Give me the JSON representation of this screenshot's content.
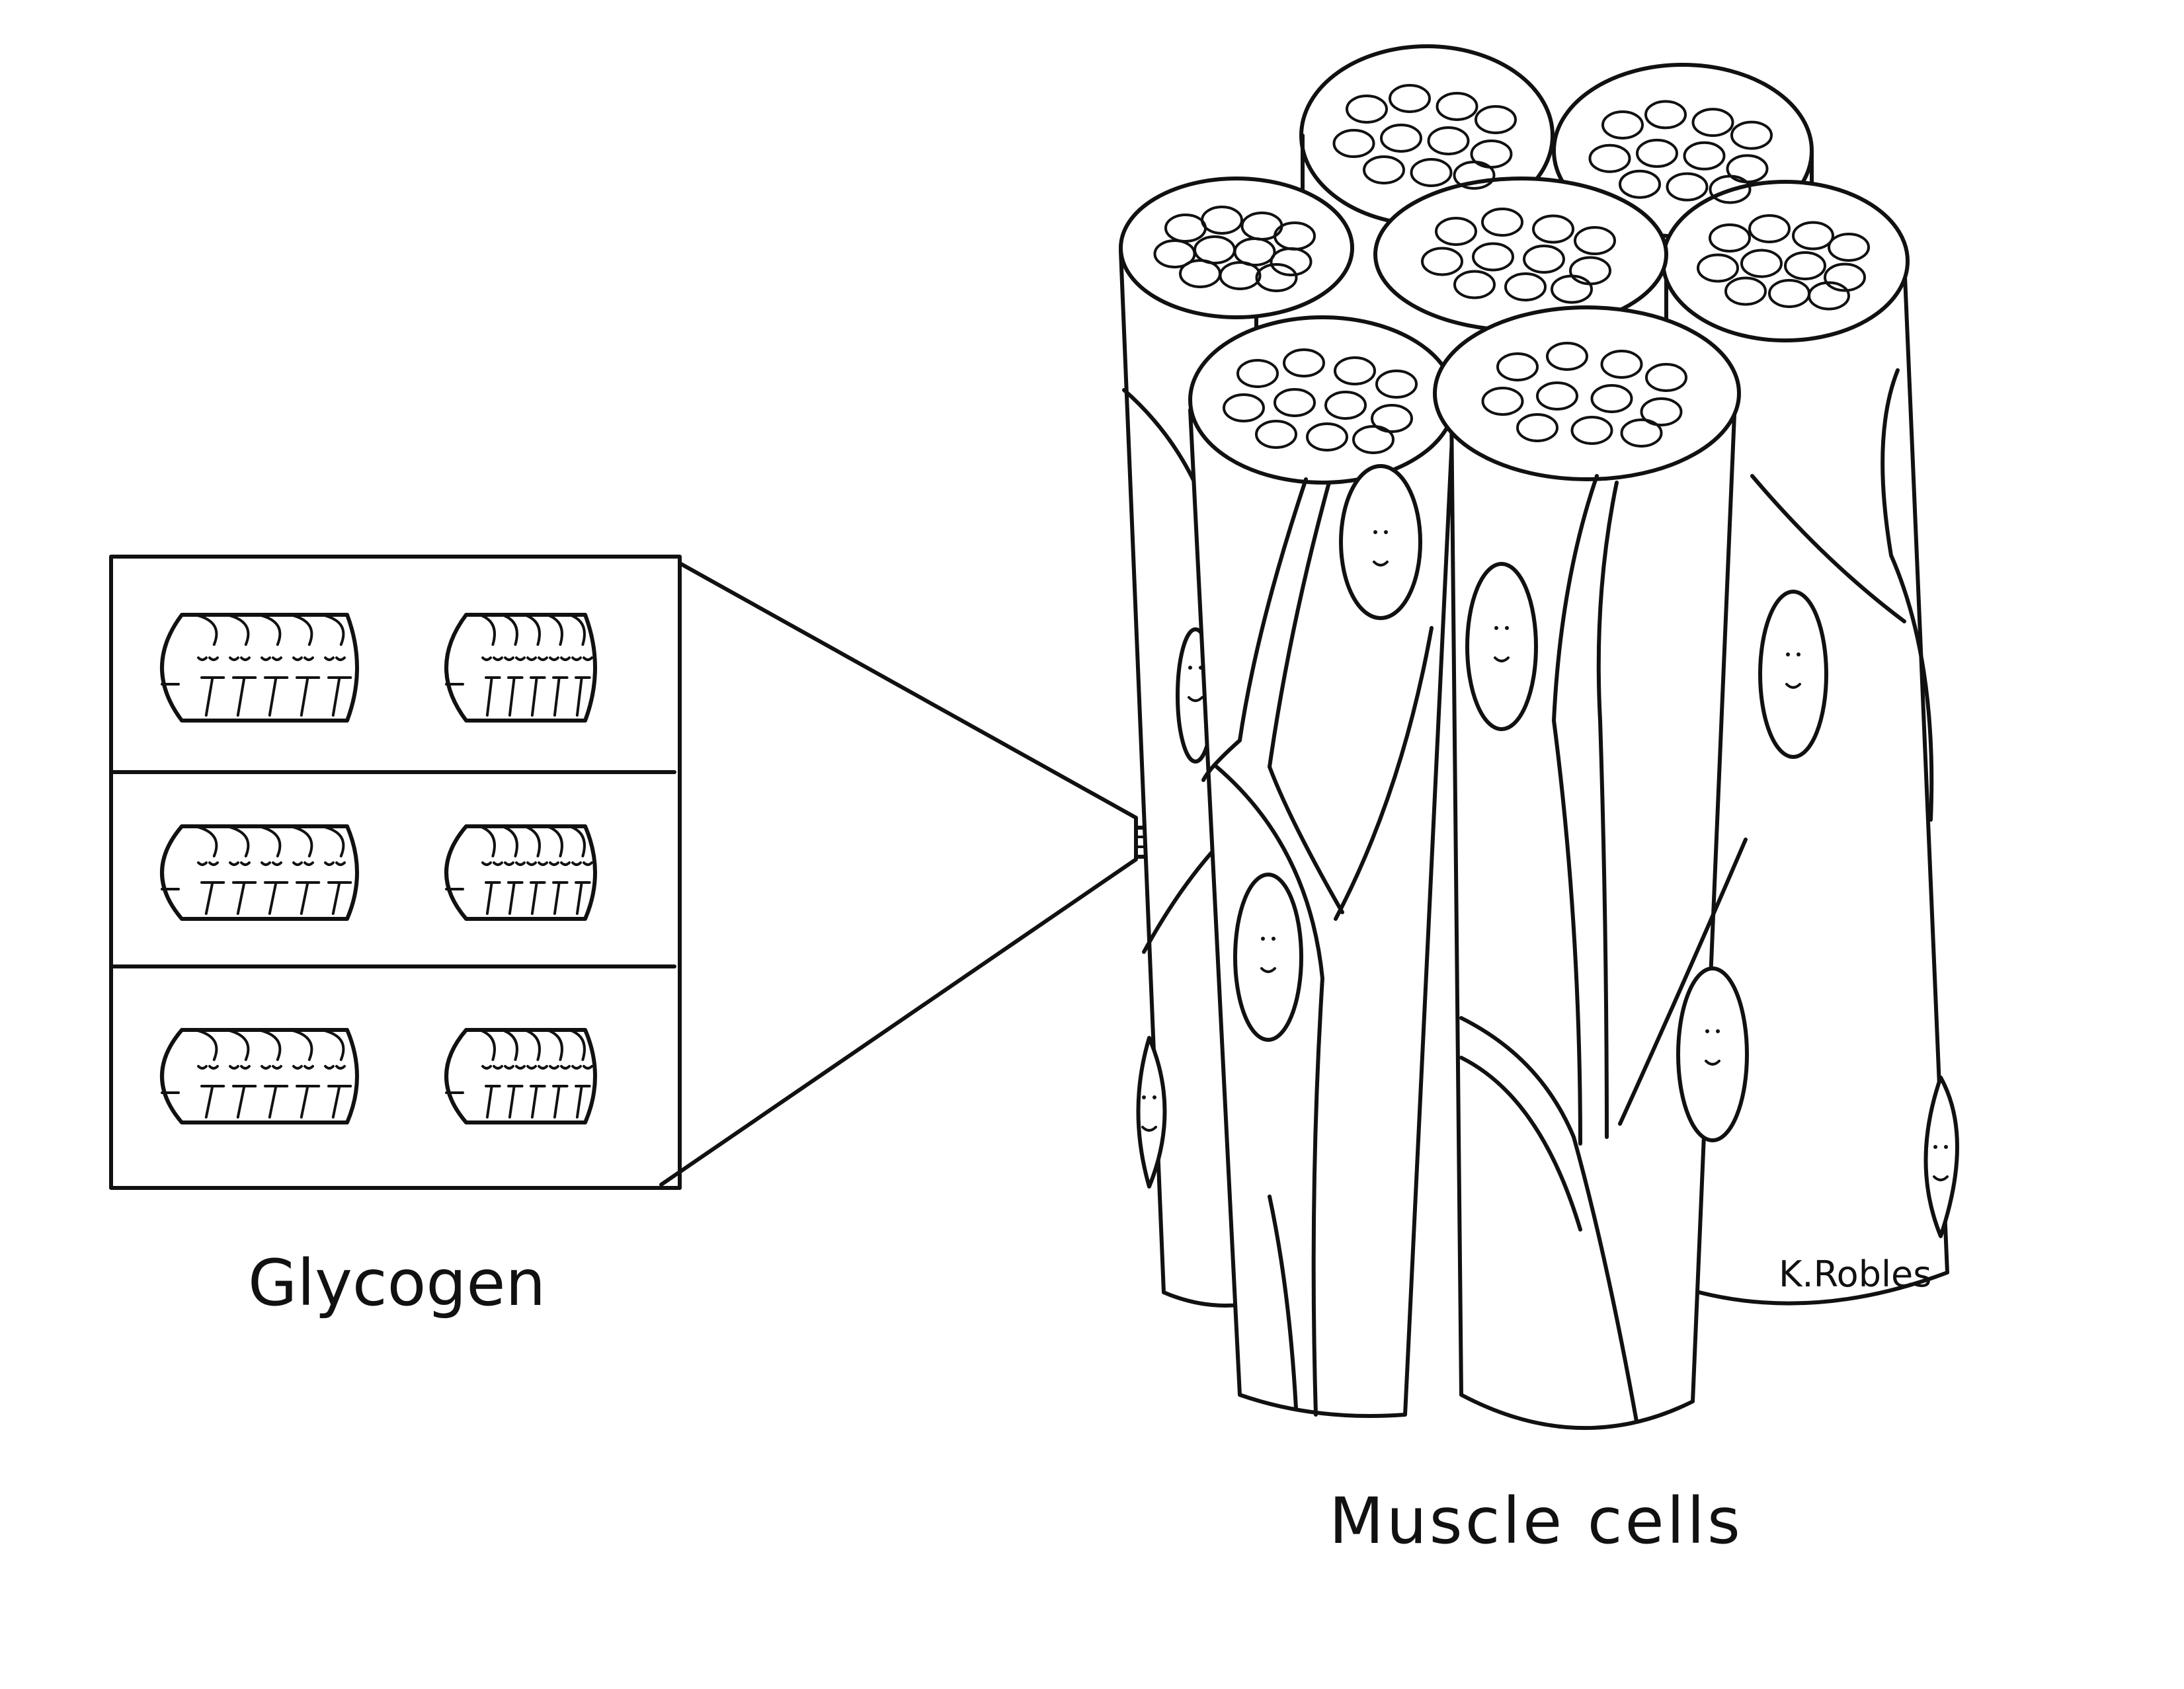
{
  "labels": {
    "glycogen": "Glycogen",
    "muscle_cells": "Muscle cells",
    "signature": "K.Robles"
  },
  "colors": {
    "ink": "#111111",
    "background": "#ffffff"
  },
  "zoom_panel": {
    "rows": 3,
    "granules_per_row": 2
  }
}
